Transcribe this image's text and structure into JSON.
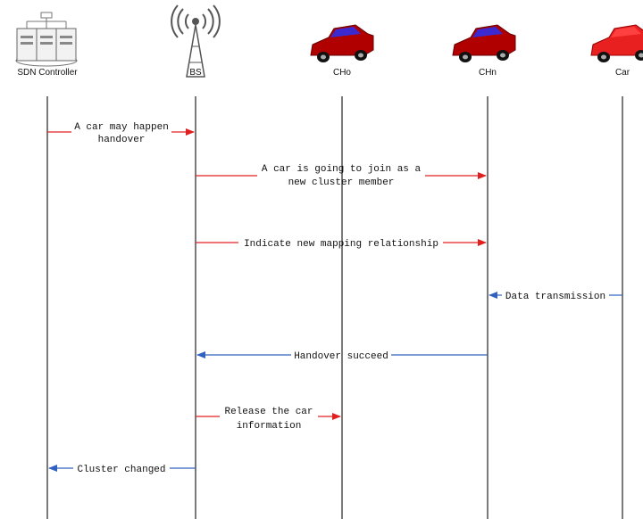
{
  "participants": [
    {
      "id": "sdn",
      "label": "SDN Controller",
      "icon": "server-cluster-icon"
    },
    {
      "id": "bs",
      "label": "BS",
      "icon": "antenna-tower-icon"
    },
    {
      "id": "cho",
      "label": "CHo",
      "icon": "car-icon",
      "color": "#b00000"
    },
    {
      "id": "chn",
      "label": "CHn",
      "icon": "car-icon",
      "color": "#b00000"
    },
    {
      "id": "car",
      "label": "Car",
      "icon": "car-icon",
      "color": "#e82020"
    }
  ],
  "messages": [
    {
      "from": "sdn",
      "to": "bs",
      "lines": [
        "A car may happen",
        "handover"
      ],
      "color": "#e02020"
    },
    {
      "from": "bs",
      "to": "chn",
      "lines": [
        "A car is going to join as a",
        "new cluster member"
      ],
      "color": "#e02020"
    },
    {
      "from": "bs",
      "to": "chn",
      "lines": [
        "Indicate new mapping relationship"
      ],
      "color": "#e02020"
    },
    {
      "from": "car",
      "to": "chn",
      "lines": [
        "Data transmission"
      ],
      "color": "#3060c0"
    },
    {
      "from": "chn",
      "to": "bs",
      "lines": [
        "Handover succeed"
      ],
      "color": "#3060c0"
    },
    {
      "from": "bs",
      "to": "cho",
      "lines": [
        "Release the car",
        "information"
      ],
      "color": "#e02020"
    },
    {
      "from": "bs",
      "to": "sdn",
      "lines": [
        "Cluster changed"
      ],
      "color": "#3060c0"
    }
  ],
  "colors": {
    "request": "#e02020",
    "response": "#3060c0",
    "car_roof": "#3a2ad0"
  }
}
